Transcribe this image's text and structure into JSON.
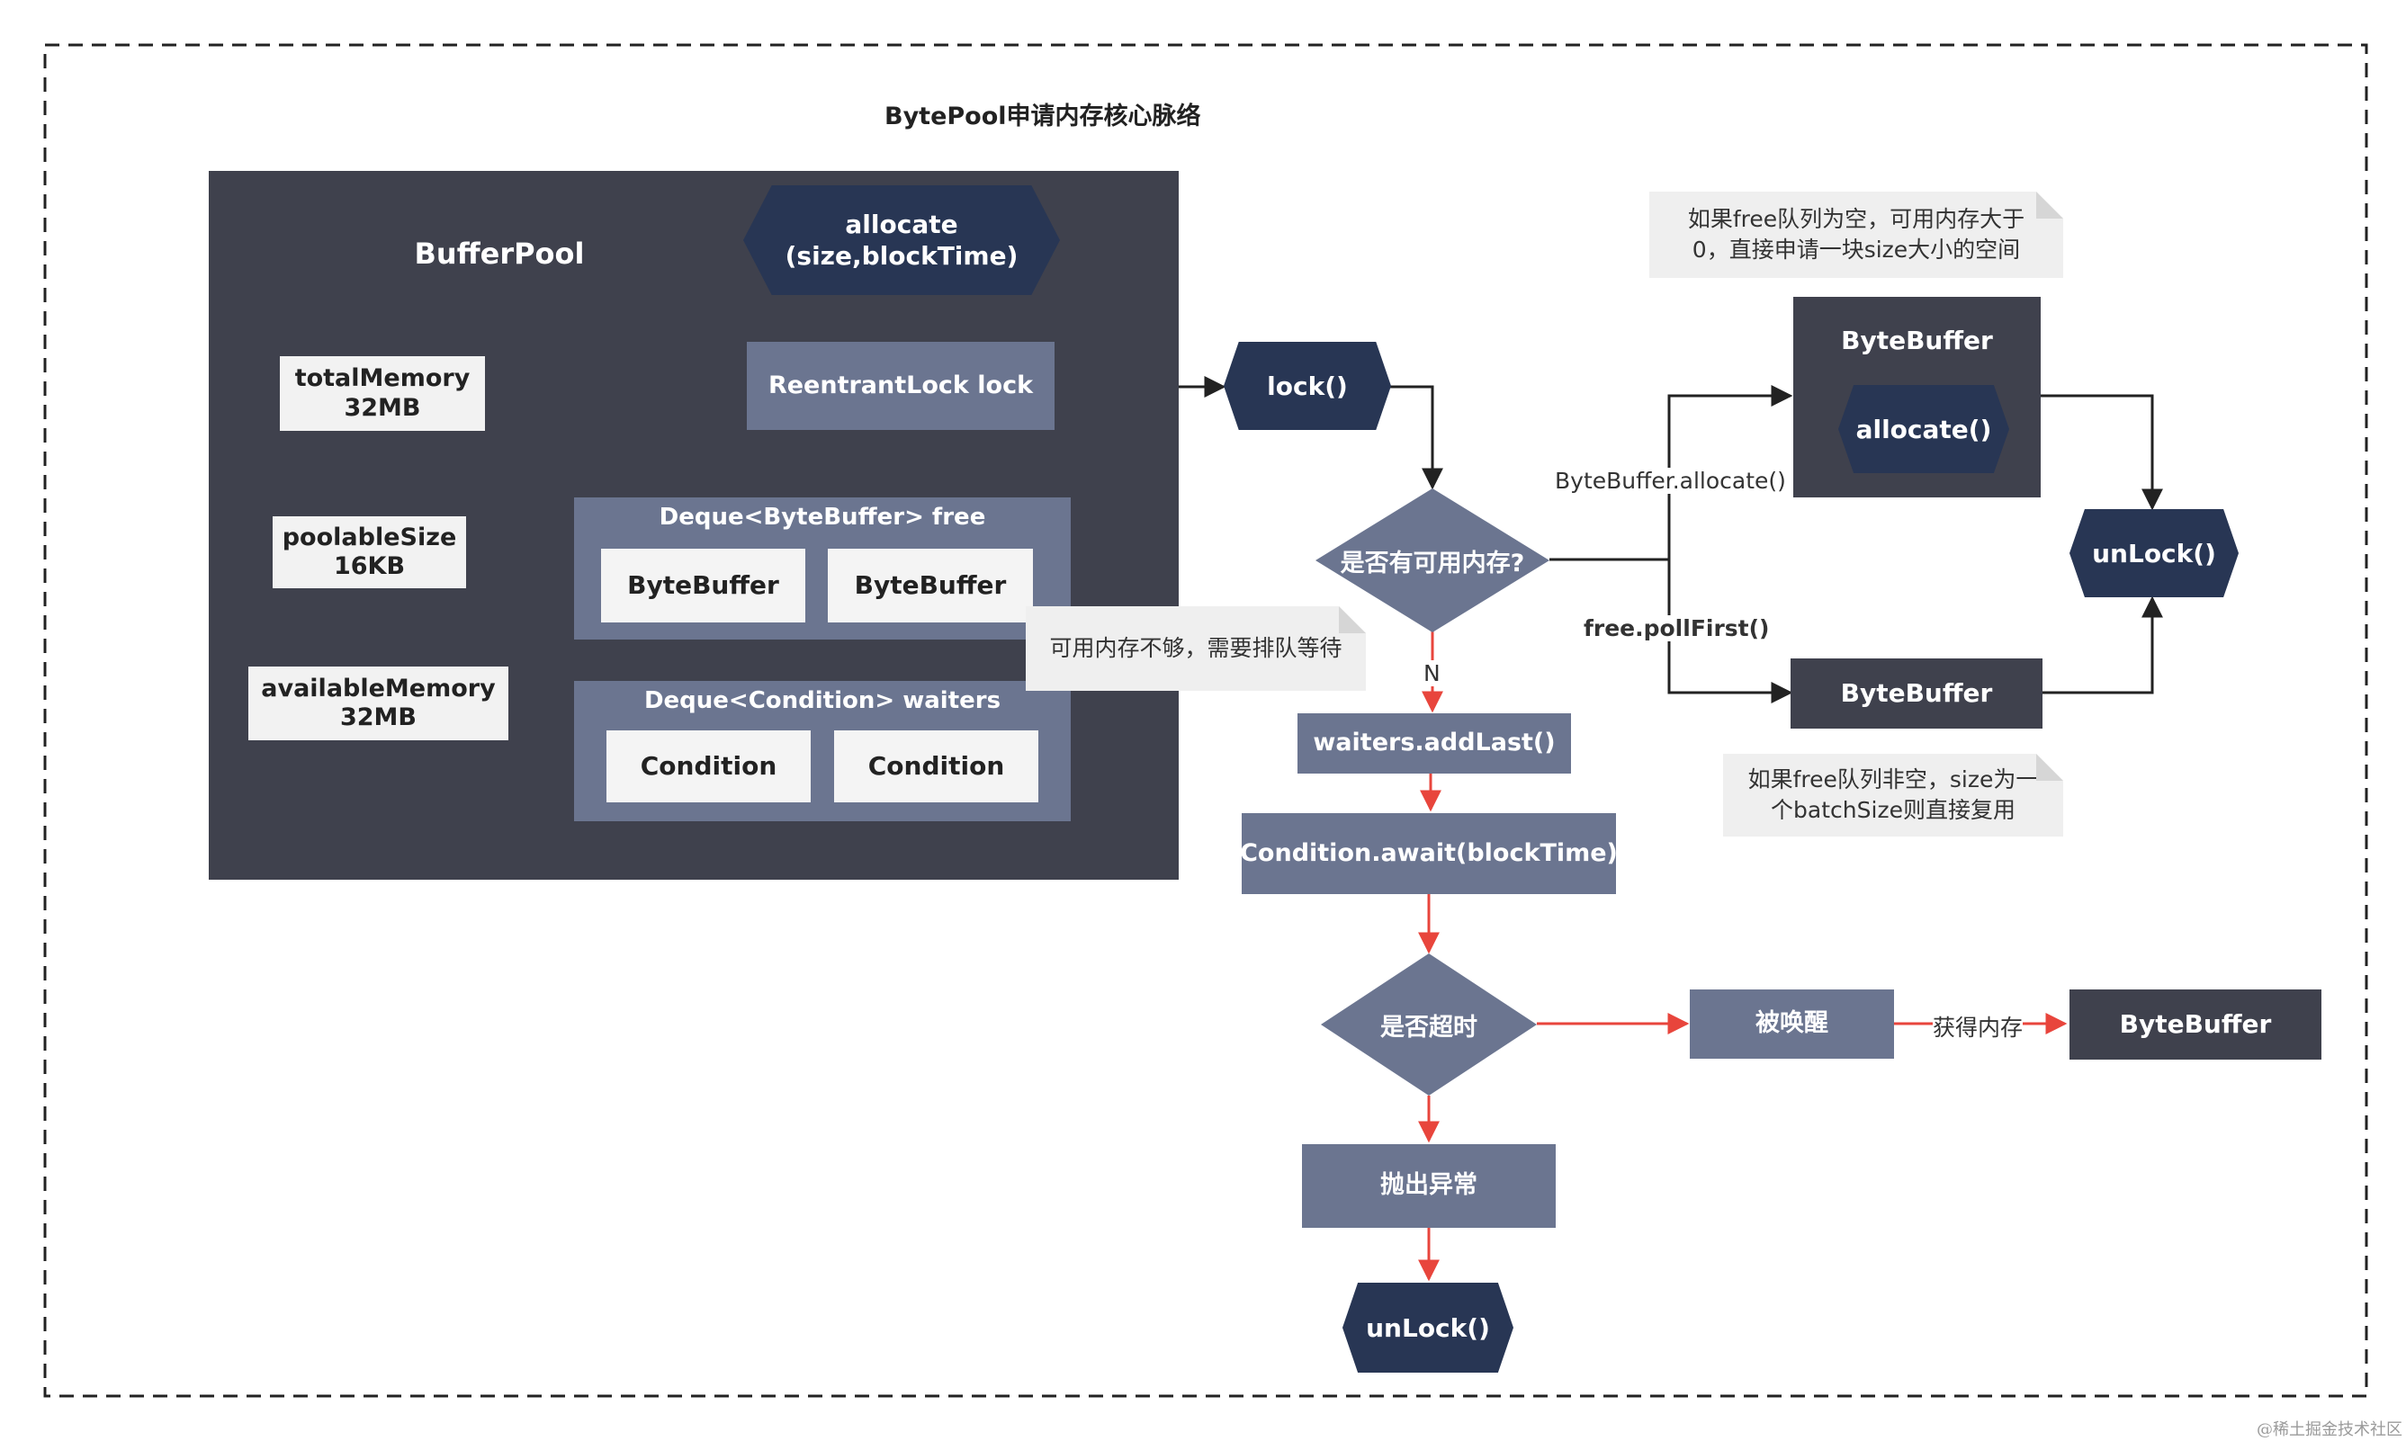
{
  "diagram": {
    "title": "BytePool申请内存核心脉络",
    "buffer_pool": {
      "title": "BufferPool",
      "total_memory": "totalMemory\n32MB",
      "poolable_size": "poolableSize\n16KB",
      "available_memory": "availableMemory\n32MB",
      "allocate": "allocate\n(size,blockTime)",
      "reentrant_lock": "ReentrantLock lock",
      "free_deque": {
        "title": "Deque<ByteBuffer> free",
        "items": [
          "ByteBuffer",
          "ByteBuffer"
        ]
      },
      "waiters_deque": {
        "title": "Deque<Condition> waiters",
        "items": [
          "Condition",
          "Condition"
        ]
      }
    },
    "lock": "lock()",
    "decision_memory": "是否有可用内存?",
    "label_n": "N",
    "label_bytebuffer_allocate": "ByteBuffer.allocate()",
    "label_free_pollfirst": "free.pollFirst()",
    "bytebuffer_group": {
      "title": "ByteBuffer",
      "allocate": "allocate()"
    },
    "bytebuffer_from_free": "ByteBuffer",
    "unlock_right": "unLock()",
    "note_empty_free": "如果free队列为空，可用内存大于\n0，直接申请一块size大小的空间",
    "note_not_empty_free": "如果free队列非空，size为一\n个batchSize则直接复用",
    "note_wait": "可用内存不够，需要排队等待",
    "waiters_add_last": "waiters.addLast()",
    "condition_await": "Condition.await(blockTime)",
    "decision_timeout": "是否超时",
    "awakened": "被唤醒",
    "label_get_memory": "获得内存",
    "bytebuffer_result": "ByteBuffer",
    "throw_exception": "抛出异常",
    "unlock_bottom": "unLock()"
  },
  "watermark": "@稀土掘金技术社区",
  "colors": {
    "panel_dark": "#3f414d",
    "node_mid": "#6b7590",
    "hex_navy": "#283654",
    "arrow_black": "#222222",
    "arrow_red": "#e8453c"
  }
}
